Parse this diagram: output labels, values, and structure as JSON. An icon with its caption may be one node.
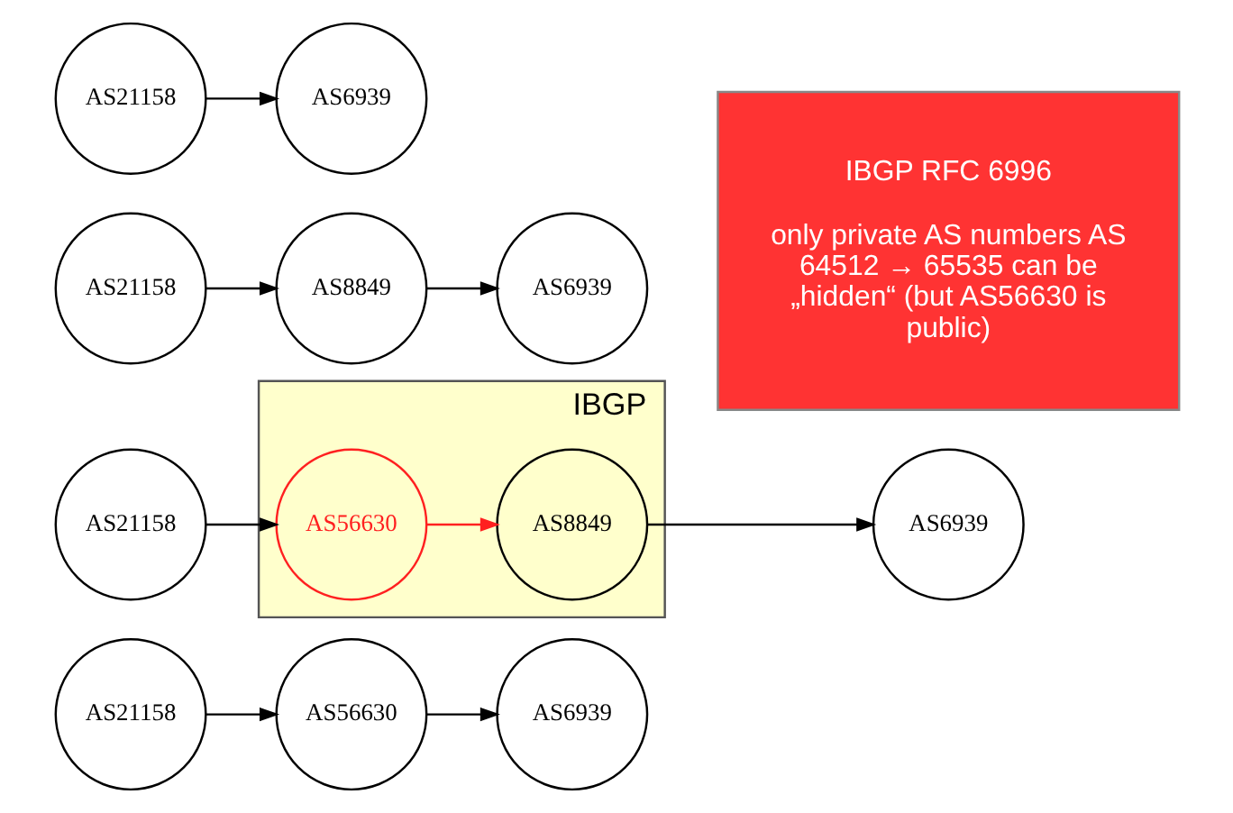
{
  "diagram": {
    "nodes": [
      {
        "text": [
          "AS21158"
        ]
      },
      {
        "text": [
          "AS56630"
        ]
      },
      {
        "text": [
          "AS6939"
        ]
      },
      {
        "text": [
          "AS21158"
        ]
      },
      {
        "text": [
          "IBGP"
        ]
      },
      {
        "text": [
          "AS56630"
        ],
        "in": 4
      },
      {
        "text": [
          "AS8849"
        ],
        "in": 4
      },
      {
        "text": [
          "AS6939"
        ]
      },
      {
        "text": [
          "AS21158"
        ]
      },
      {
        "text": [
          "AS8849"
        ]
      },
      {
        "text": [
          "AS6939"
        ]
      },
      {
        "text": [
          "IBGP RFC 6996",
          "only private AS numbers AS 64512 → 65535 can be „hidden“ (but AS56630 is public)"
        ]
      },
      {
        "text": [
          "AS21158"
        ]
      },
      {
        "text": [
          "AS6939"
        ]
      }
    ],
    "edges": [
      {
        "from": 0,
        "to": 1,
        "arrow": "to"
      },
      {
        "from": 1,
        "to": 2,
        "arrow": "to"
      },
      {
        "from": 3,
        "to": 5,
        "arrow": "to"
      },
      {
        "from": 5,
        "to": 6,
        "arrow": "to",
        "color": "#ff2020"
      },
      {
        "from": 6,
        "to": 7,
        "arrow": "to"
      },
      {
        "from": 8,
        "to": 9,
        "arrow": "to"
      },
      {
        "from": 9,
        "to": 10,
        "arrow": "to"
      },
      {
        "from": 12,
        "to": 13,
        "arrow": "to"
      }
    ]
  }
}
